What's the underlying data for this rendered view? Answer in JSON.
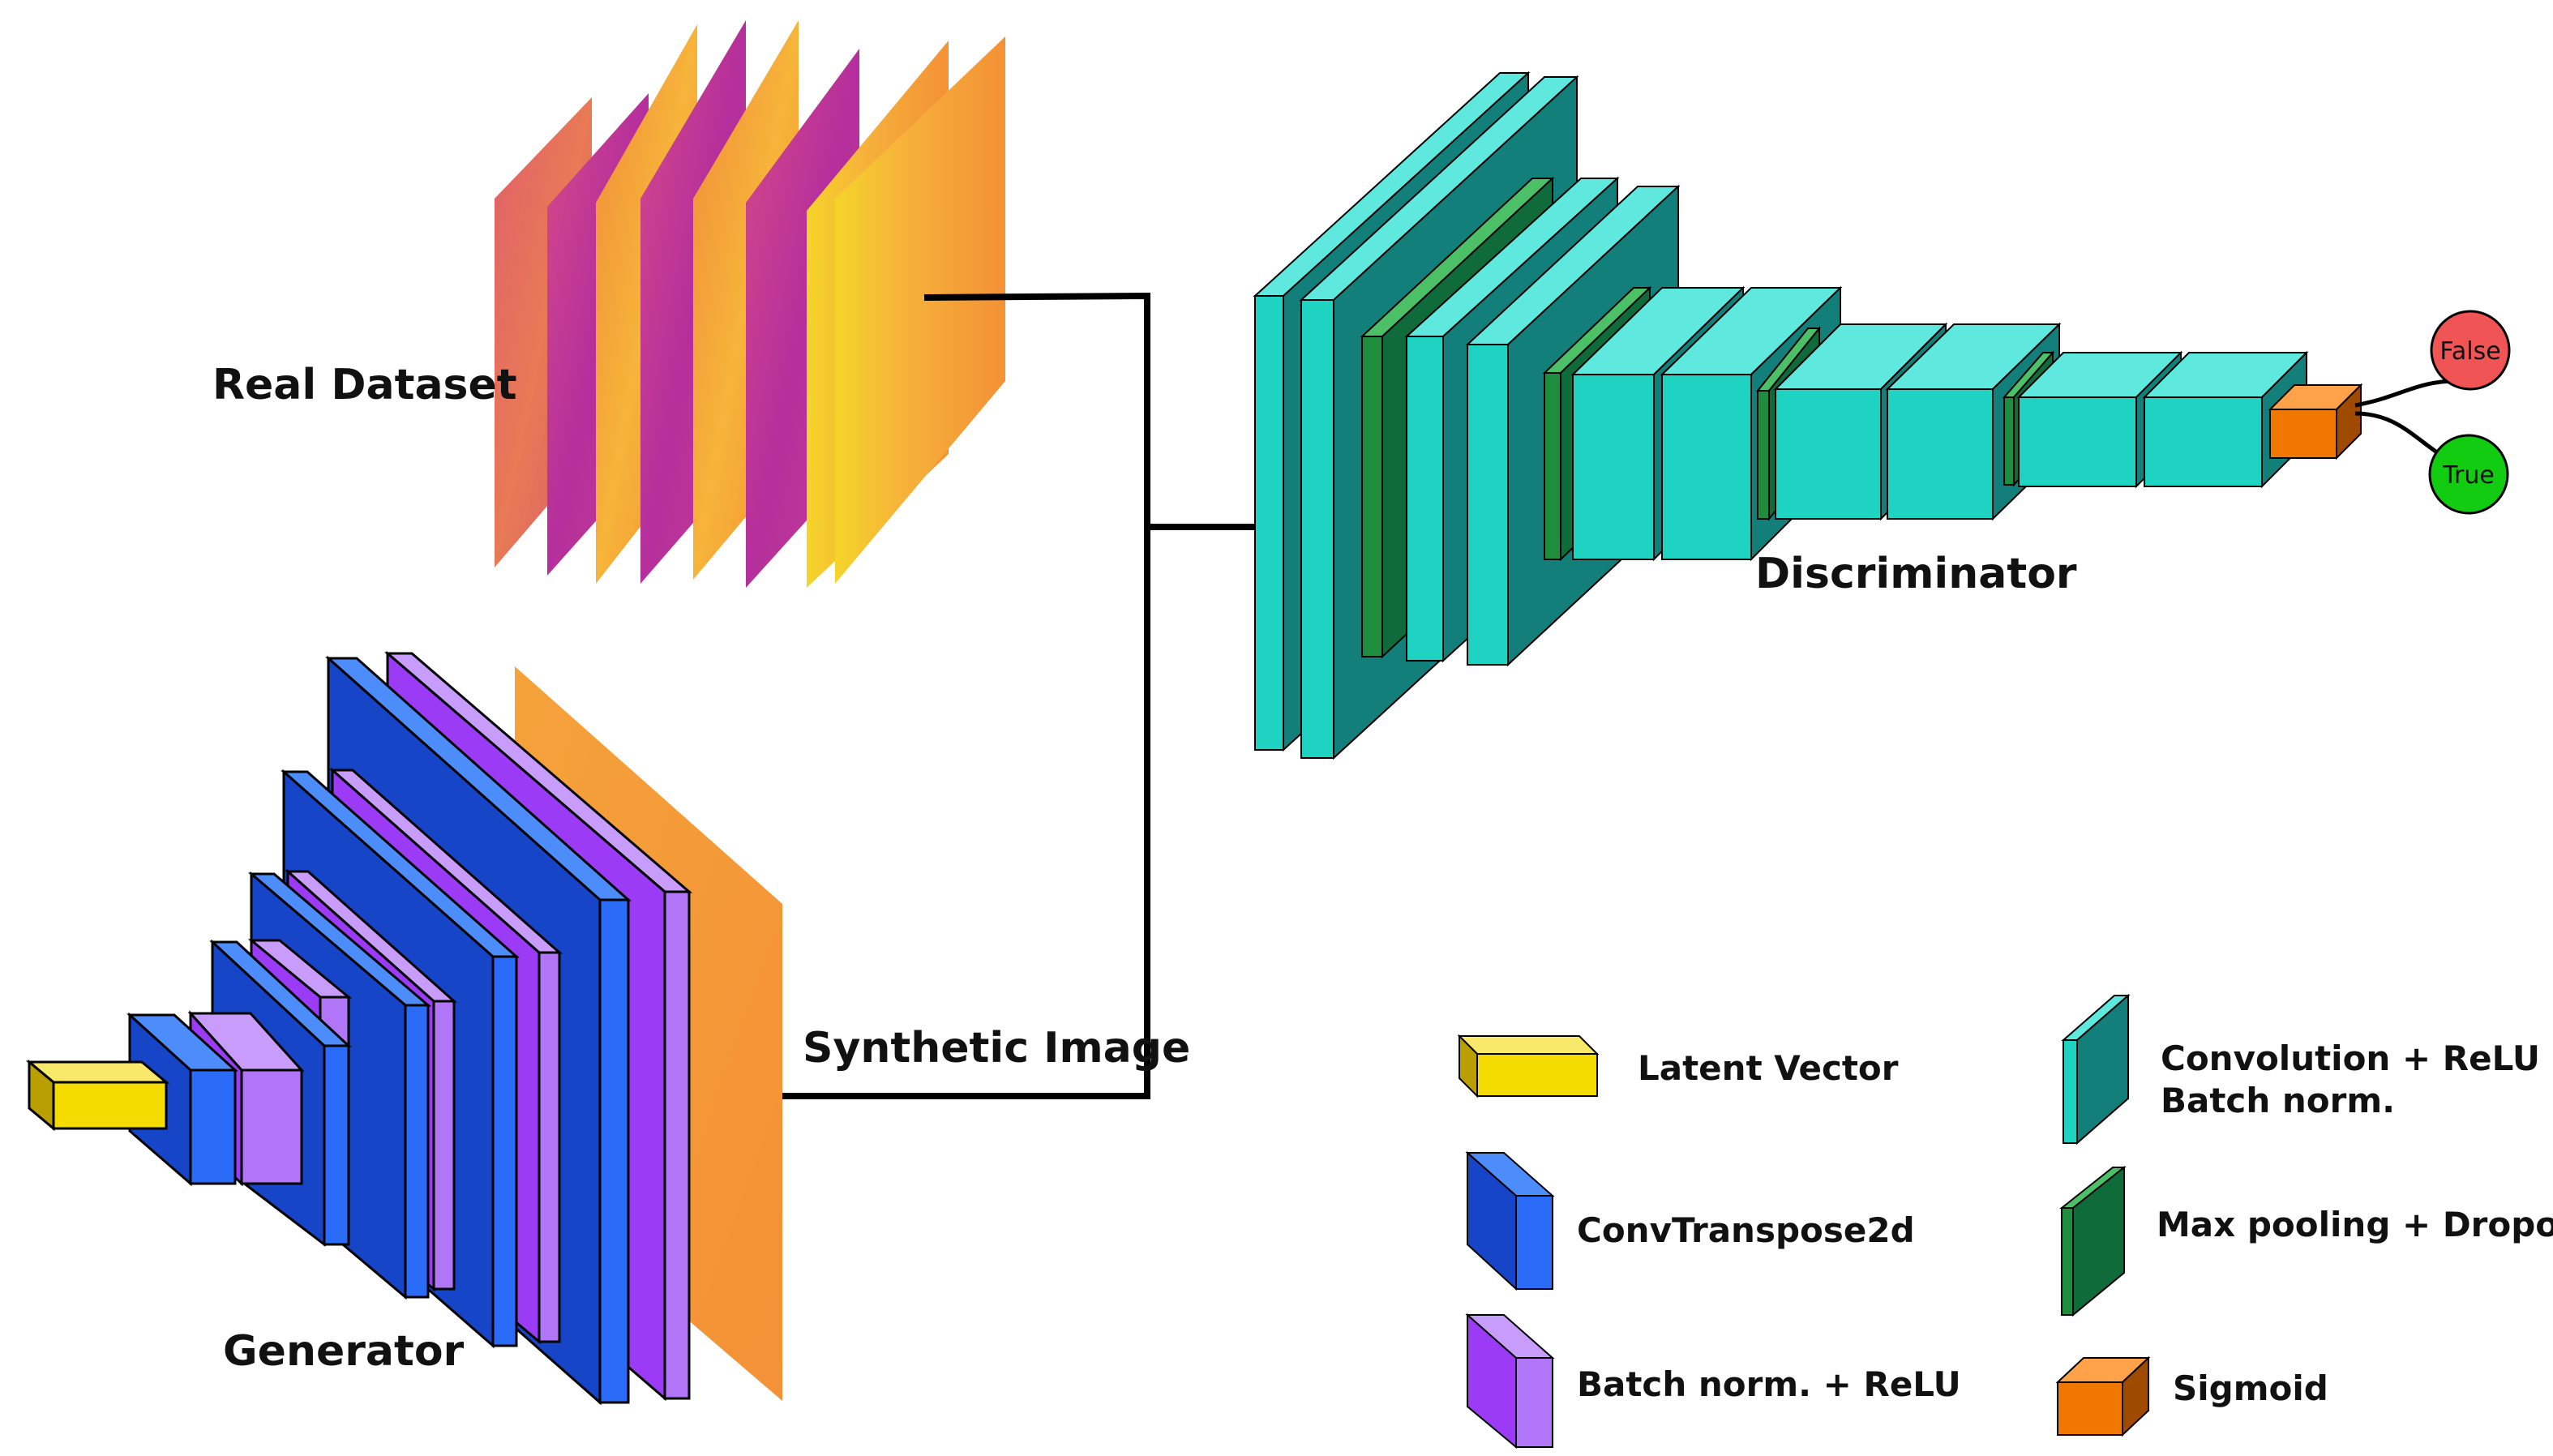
{
  "labels": {
    "real_dataset": "Real Dataset",
    "synthetic_image": "Synthetic Image",
    "generator": "Generator",
    "discriminator": "Discriminator",
    "output_false": "False",
    "output_true": "True"
  },
  "legend": {
    "latent_vector": "Latent Vector",
    "conv_transpose": "ConvTranspose2d",
    "batch_norm_relu": "Batch norm. + ReLU",
    "conv_relu_bn_line1": "Convolution + ReLU +",
    "conv_relu_bn_line2": "Batch norm.",
    "max_pool_dropout": "Max pooling + Dropout",
    "sigmoid": "Sigmoid"
  },
  "colors": {
    "latent_vector": "#F5DC00",
    "conv_transpose": "#2A6CF7",
    "batch_norm_relu": "#B175F7",
    "convolution": "#1FD3C3",
    "max_pooling": "#1E8E3E",
    "sigmoid": "#F07800",
    "false_node": "#F05454",
    "true_node": "#11CC11",
    "image_orange": "#F39A3C",
    "image_magenta": "#C8388F"
  }
}
